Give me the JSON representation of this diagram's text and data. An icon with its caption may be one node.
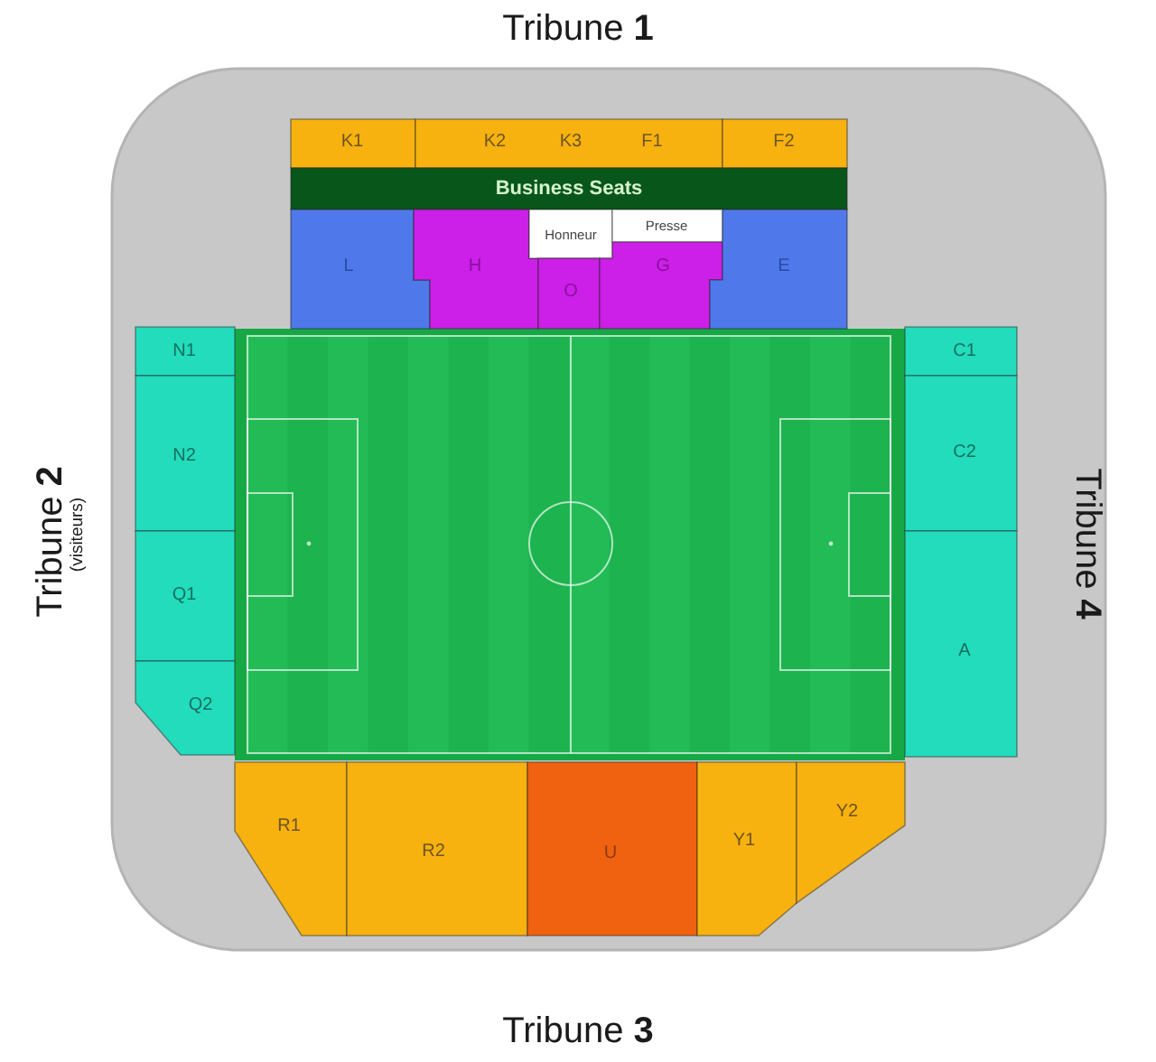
{
  "diagram": {
    "nodes": [
      {
        "text": [
          "K1"
        ]
      },
      {
        "text": [
          "K2",
          "K3",
          "F1"
        ]
      },
      {
        "text": [
          "F2"
        ]
      },
      {
        "text": [
          "Business Seats"
        ]
      },
      {
        "text": [
          "L"
        ]
      },
      {
        "text": [
          "H"
        ]
      },
      {
        "text": [
          "Honneur"
        ]
      },
      {
        "text": [
          "Presse"
        ]
      },
      {
        "text": [
          "O"
        ]
      },
      {
        "text": [
          "G"
        ]
      },
      {
        "text": [
          "E"
        ]
      },
      {
        "text": [
          "N1"
        ]
      },
      {
        "text": [
          "C1"
        ]
      },
      {
        "text": [
          "N2"
        ]
      },
      {
        "text": [
          "C2"
        ]
      },
      {
        "text": [
          "Q1"
        ]
      },
      {
        "text": [
          "A"
        ]
      },
      {
        "text": [
          "Q2"
        ]
      },
      {
        "text": [
          "R1"
        ]
      },
      {
        "text": [
          "R2"
        ]
      },
      {
        "text": [
          "U"
        ]
      },
      {
        "text": [
          "Y1"
        ]
      },
      {
        "text": [
          "Y2"
        ]
      }
    ],
    "labels": [
      "Tribune **1**",
      "Tribune **2**",
      "(visiteurs)",
      "Tribune **4**",
      "Tribune **3**"
    ]
  }
}
